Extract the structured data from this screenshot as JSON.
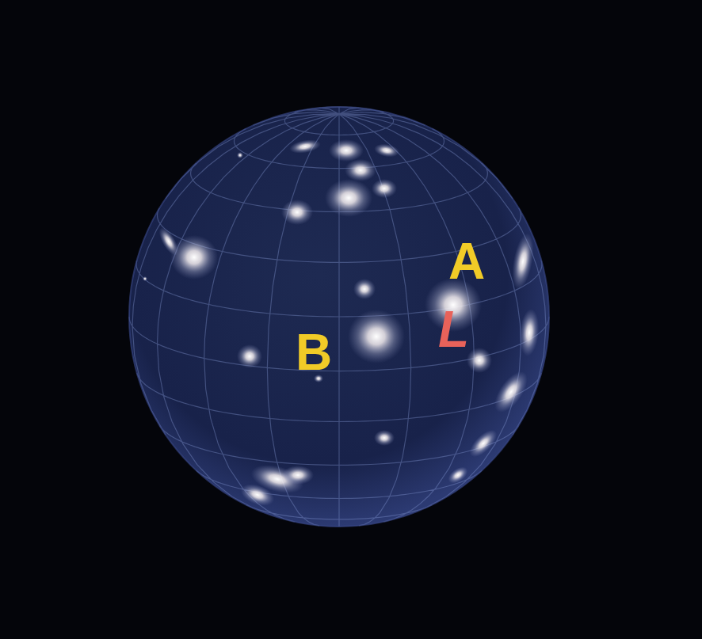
{
  "diagram": {
    "labels": [
      "A",
      "L",
      "B"
    ]
  }
}
